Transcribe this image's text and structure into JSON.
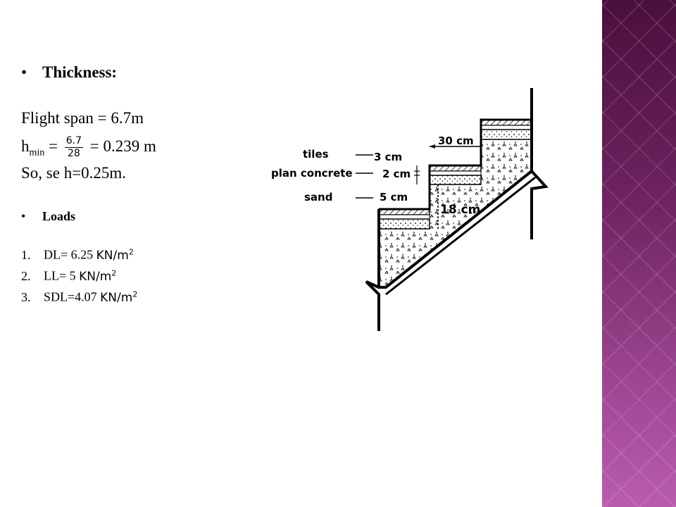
{
  "thickness": {
    "bullet": "•",
    "title": "Thickness:",
    "flight_span": "Flight span = 6.7m",
    "hmin_prefix": "h",
    "hmin_sub": "min",
    "hmin_eq": " =",
    "frac_num": "6.7",
    "frac_den": "28",
    "hmin_result": "= 0.239 m",
    "so": "So, se h=0.25m."
  },
  "loads": {
    "bullet": "•",
    "title": "Loads",
    "items": [
      {
        "num": "1.",
        "label": "DL= 6.25 ",
        "unit": "KN/m",
        "exp": "2"
      },
      {
        "num": "2.",
        "label": "LL= 5 ",
        "unit": "KN/m",
        "exp": "2"
      },
      {
        "num": "3.",
        "label": "SDL=4.07 ",
        "unit": "KN/m",
        "exp": "2"
      }
    ]
  },
  "diagram": {
    "tiles": "tiles",
    "plan_concrete": "plan concrete",
    "sand": "sand",
    "dim_3cm": "3 cm",
    "dim_2cm": "2 cm",
    "dim_5cm": "5 cm",
    "dim_30cm": "30 cm",
    "dim_18cm": "18 cm"
  },
  "colors": {
    "sidebar_top": "#4a0f3c",
    "sidebar_bottom": "#b95cae"
  }
}
